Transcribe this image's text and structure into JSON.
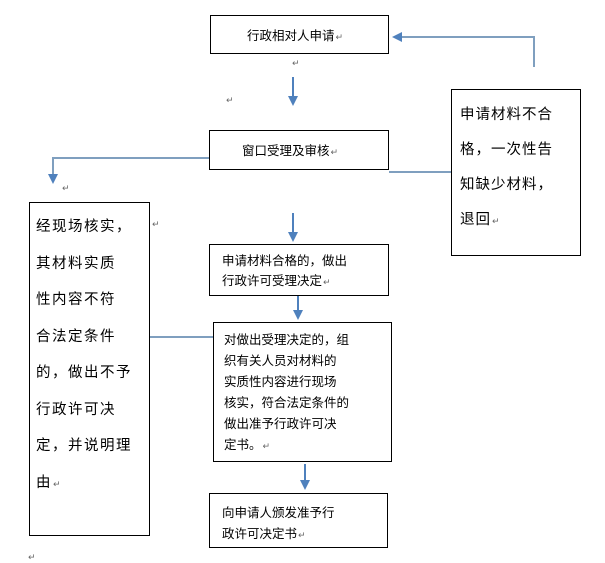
{
  "diagram": {
    "nodes": {
      "apply": {
        "text": "行政相对人申请"
      },
      "window": {
        "text": "窗口受理及审核"
      },
      "qualified": {
        "text": "申请材料合格的，做出\n行政许可受理决定"
      },
      "verify": {
        "text": "对做出受理决定的，组\n织有关人员对材料的\n实质性内容进行现场\n核实，符合法定条件的\n做出准予行政许可决\n定书。"
      },
      "issue": {
        "text": "向申请人颁发准予行\n政许可决定书"
      },
      "reject": {
        "text": "申请材料不合\n格，一次性告\n知缺少材料，\n退回"
      },
      "deny": {
        "text": "经现场核实，\n其材料实质\n性内容不符\n合法定条件\n的，做出不予\n行政许可决\n定，并说明理\n由"
      }
    },
    "paragraph_mark": "↵",
    "line_color": "#7f9fbf",
    "arrow_color": "#4f81bd"
  }
}
